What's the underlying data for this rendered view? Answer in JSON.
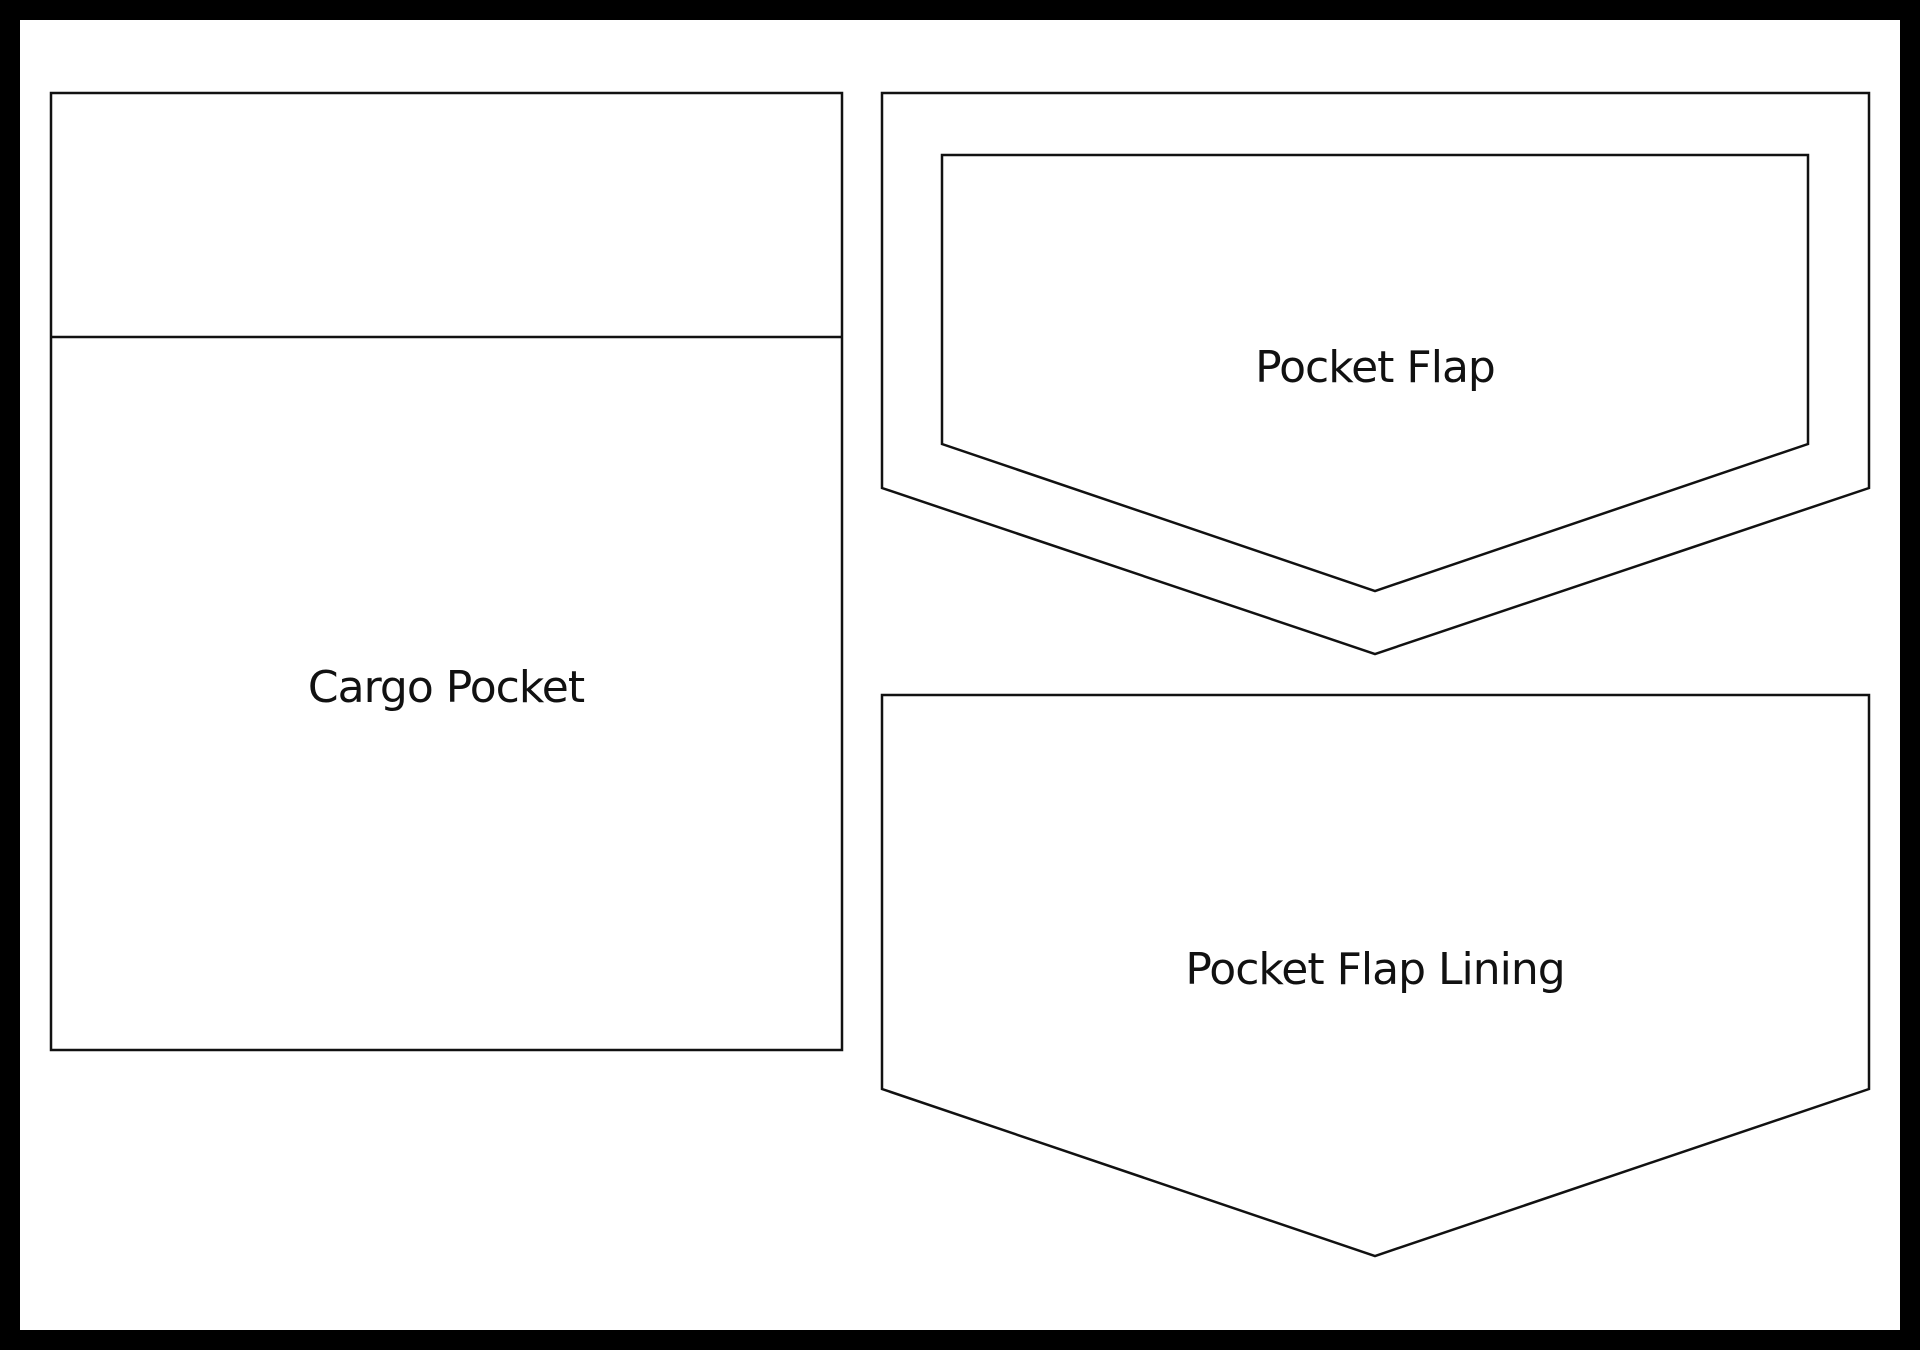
{
  "pattern": {
    "pieces": {
      "cargo_pocket": {
        "label": "Cargo Pocket"
      },
      "pocket_flap": {
        "label": "Pocket Flap"
      },
      "pocket_flap_lining": {
        "label": "Pocket Flap Lining"
      }
    },
    "colors": {
      "border": "#000000",
      "outline": "#111111",
      "background": "#ffffff"
    }
  }
}
